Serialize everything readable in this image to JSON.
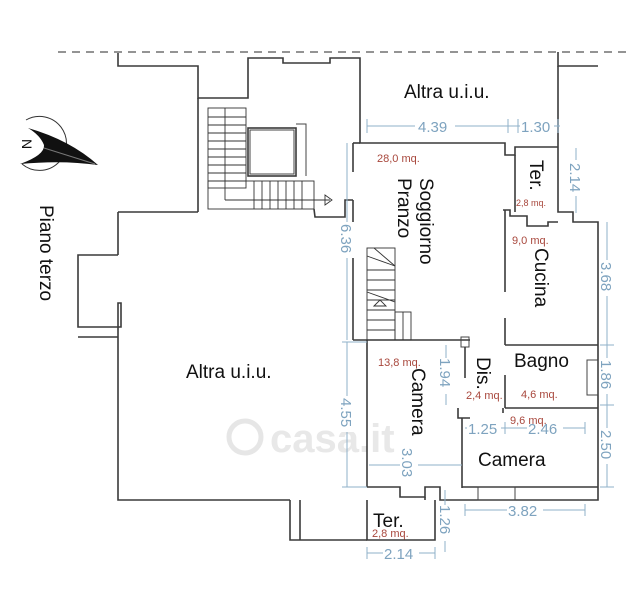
{
  "plan": {
    "floor_label": "Piano terzo",
    "compass": {
      "icon": "north-arrow-icon",
      "letter": "N"
    },
    "watermark": "casa.it",
    "rooms": [
      {
        "id": "other-top",
        "name": "Altra u.i.u."
      },
      {
        "id": "other-left",
        "name": "Altra u.i.u."
      },
      {
        "id": "living",
        "name": "Soggiorno\nPranzo",
        "line1": "Soggiorno",
        "line2": "Pranzo",
        "area": "28,0 mq."
      },
      {
        "id": "terrace-top",
        "name": "Ter.",
        "area": "2,8 mq."
      },
      {
        "id": "kitchen",
        "name": "Cucina",
        "area": "9,0 mq."
      },
      {
        "id": "bathroom",
        "name": "Bagno",
        "area": "4,6 mq."
      },
      {
        "id": "hallway",
        "name": "Dis.",
        "area": "2,4 mq."
      },
      {
        "id": "bedroom-left",
        "name": "Camera",
        "area": "13,8 mq."
      },
      {
        "id": "bedroom-right",
        "name": "Camera",
        "area": "9,6 mq."
      },
      {
        "id": "terrace-bottom",
        "name": "Ter.",
        "area": "2,8 mq."
      }
    ],
    "dimensions": {
      "living_width": "4.39",
      "terrace_top_width": "1.30",
      "terrace_top_height": "2.14",
      "living_height": "6.36",
      "kitchen_height": "3.68",
      "bathroom_height": "1.86",
      "hallway_height": "1.94",
      "bedroom_left_height": "4.55",
      "bedroom_left_width": "3.03",
      "hallway_width": "1.25",
      "bedroom_right_width_top": "2.46",
      "bedroom_right_height": "2.50",
      "bedroom_right_width": "3.82",
      "terrace_bottom_height": "1.26",
      "terrace_bottom_width": "2.14"
    }
  }
}
